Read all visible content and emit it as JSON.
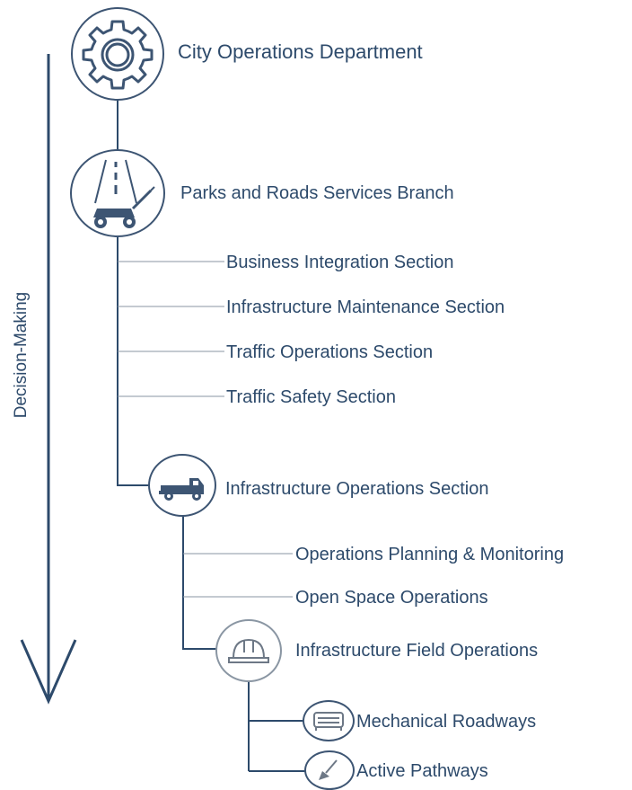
{
  "axis": {
    "label": "Decision-Making"
  },
  "department": {
    "label": "City Operations Department",
    "icon": "gear-icon"
  },
  "branch": {
    "label": "Parks and Roads Services Branch",
    "icon": "road-and-lawnmower-icon",
    "sections": [
      "Business Integration Section",
      "Infrastructure Maintenance Section",
      "Traffic Operations Section",
      "Traffic Safety Section"
    ]
  },
  "operations_section": {
    "label": "Infrastructure Operations Section",
    "icon": "truck-icon",
    "units": [
      "Operations Planning & Monitoring",
      "Open Space Operations"
    ]
  },
  "field_operations": {
    "label": "Infrastructure Field Operations",
    "icon": "hard-hat-icon",
    "teams": [
      {
        "label": "Mechanical Roadways",
        "icon": "road-sweeper-icon"
      },
      {
        "label": "Active Pathways",
        "icon": "paint-brush-icon"
      }
    ]
  },
  "colors": {
    "primary": "#2d4a6b",
    "line": "#2d4a6b",
    "light_line": "#8a96a3"
  }
}
